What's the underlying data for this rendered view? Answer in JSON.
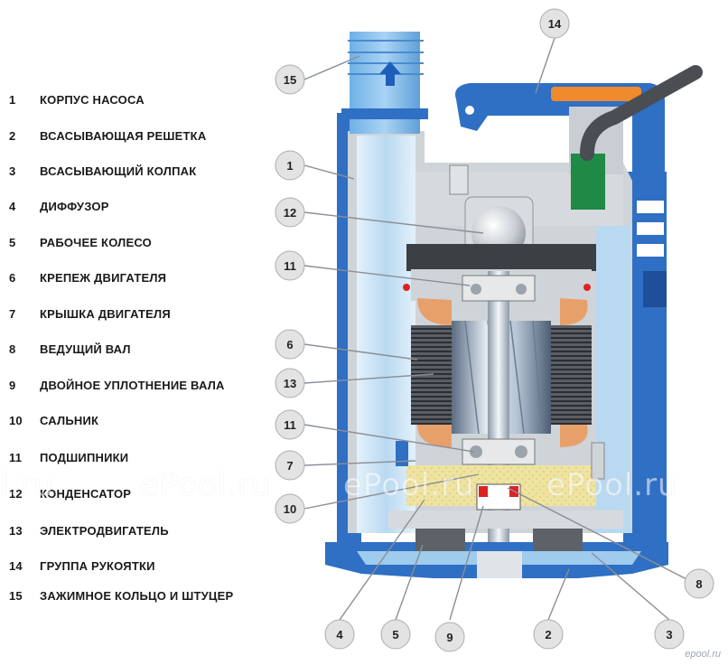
{
  "legend": [
    {
      "num": "1",
      "text": "КОРПУС НАСОСА"
    },
    {
      "num": "2",
      "text": "ВСАСЫВАЮЩАЯ РЕШЕТКА"
    },
    {
      "num": "3",
      "text": "ВСАСЫВАЮЩИЙ КОЛПАК"
    },
    {
      "num": "4",
      "text": "ДИФФУЗОР"
    },
    {
      "num": "5",
      "text": "РАБОЧЕЕ КОЛЕСО"
    },
    {
      "num": "6",
      "text": "КРЕПЕЖ ДВИГАТЕЛЯ"
    },
    {
      "num": "7",
      "text": "КРЫШКА ДВИГАТЕЛЯ"
    },
    {
      "num": "8",
      "text": "ВЕДУЩИЙ ВАЛ"
    },
    {
      "num": "9",
      "text": "ДВОЙНОЕ УПЛОТНЕНИЕ ВАЛА"
    },
    {
      "num": "10",
      "text": "САЛЬНИК"
    },
    {
      "num": "11",
      "text": "ПОДШИПНИКИ"
    },
    {
      "num": "12",
      "text": "КОНДЕНСАТОР"
    },
    {
      "num": "13",
      "text": "ЭЛЕКТРОДВИГАТЕЛЬ"
    },
    {
      "num": "14",
      "text": "ГРУППА РУКОЯТКИ"
    },
    {
      "num": "15",
      "text": "ЗАЖИМНОЕ КОЛЬЦО И ШТУЦЕР"
    }
  ],
  "callouts": [
    "15",
    "14",
    "1",
    "12",
    "11",
    "6",
    "13",
    "11",
    "7",
    "10",
    "4",
    "5",
    "9",
    "2",
    "3",
    "8"
  ],
  "watermark": [
    "l.ru",
    "ePool.ru",
    "ePool.ru",
    "ePool.ru"
  ],
  "logo": "epool.ru",
  "colors": {
    "casing": "#2f6fc4",
    "casing_dark": "#1d4f9a",
    "chamber_light": "#cfe6f7",
    "chamber_mid": "#9fcbec",
    "grey_body": "#cfd4d9",
    "winding": "#e8a06a",
    "oil": "#f0e6a8",
    "handle_orange": "#f08a2c",
    "cable_box_green": "#1f8a45",
    "callout_circle": "#e3e3e3"
  }
}
